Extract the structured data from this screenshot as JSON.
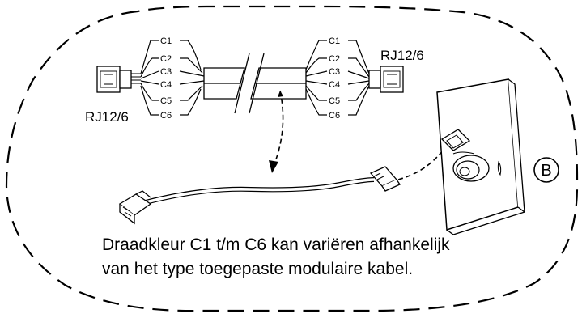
{
  "connector_left_label": "RJ12/6",
  "connector_right_label": "RJ12/6",
  "wire_labels_left": [
    "C1",
    "C2",
    "C3",
    "C4",
    "C5",
    "C6"
  ],
  "wire_labels_right": [
    "C1",
    "C2",
    "C3",
    "C4",
    "C5",
    "C6"
  ],
  "callout_label": "B",
  "caption": {
    "line1": "Draadkleur C1 t/m C6 kan variëren afhankelijk",
    "line2": "van het type toegepaste modulaire kabel."
  }
}
